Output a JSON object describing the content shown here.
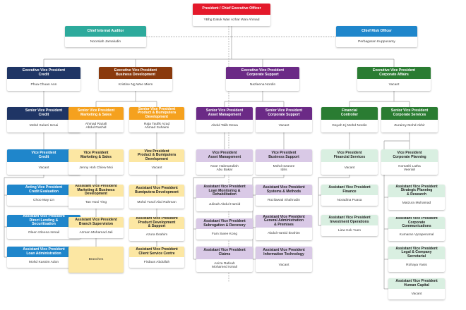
{
  "colors": {
    "top": "#e4192b",
    "teal": "#2daa9c",
    "blue": "#1f86cb",
    "navy": "#1f3565",
    "brown": "#8a3a0d",
    "purple": "#6b2a86",
    "green": "#2a7c32",
    "orange": "#f5a11e",
    "light_orange": "#fce7a3",
    "light_blue": "#dbe9f6",
    "light_purple": "#d9c9e6",
    "light_green": "#d9efe1",
    "line": "#9a9a9a"
  },
  "org": {
    "ceo": {
      "title": "President / Chief Executive Officer",
      "name": "YBhg Datuk Wan Azhar Wan Ahmad"
    },
    "auditor": {
      "title": "Chief Internal Auditor",
      "name": "Noorsiah Jamaludin"
    },
    "risk": {
      "title": "Chief Risk Officer",
      "name": "Perbagaran Kuppusamy"
    },
    "evp_credit": {
      "title": "Executive Vice President\nCredit",
      "name": "Phua Chuan Ann"
    },
    "evp_bd": {
      "title": "Executive Vice President\nBusiness Development",
      "name": "Kristine Ng Wee Miem"
    },
    "evp_cs": {
      "title": "Executive Vice President\nCorporate Support",
      "name": "Nazleena Nordin"
    },
    "evp_ca": {
      "title": "Executive Vice President\nCorporate Affairs",
      "name": "Vacant"
    },
    "svp_credit": {
      "title": "Senior Vice President\nCredit",
      "name": "Mohd Sukeri Ismai"
    },
    "svp_ms": {
      "title": "Senior Vice President\nMarketing & Sales",
      "name": "Ahmad Razali\nAbdul Rashid"
    },
    "svp_pbd": {
      "title": "Senior Vice President\nProduct & Bumiputera\nDevelopment",
      "name": "Raja Taufik Azad\nAhmad Suhaimi"
    },
    "svp_am": {
      "title": "Senior Vice President\nAsset Management",
      "name": "Abdul Talib Dewa"
    },
    "svp_csup": {
      "title": "Senior Vice President\nCorporate Support",
      "name": "Vacant"
    },
    "fin_ctrl": {
      "title": "Financial\nController",
      "name": "Gayah Hj Mohd Nordin"
    },
    "svp_corp": {
      "title": "Senior Vice President\nCorporate Services",
      "name": "Zuraimy Mohd Akhir"
    },
    "vp_credit": {
      "title": "Vice President\nCredit",
      "name": "Vacant"
    },
    "vp_ms": {
      "title": "Vice President\nMarketing & Sales",
      "name": "Jenny Hoh Chiew Moi"
    },
    "vp_pbd": {
      "title": "Vice President\nProduct & Bumiputera\nDevelopment",
      "name": "Vacant"
    },
    "vp_am": {
      "title": "Vice President\nAsset Management",
      "name": "Noor Hakmarullah\nAbu Bakar"
    },
    "vp_bs": {
      "title": "Vice President\nBusiness Support",
      "name": "Mohd Izzanee\nIdris"
    },
    "vp_fs": {
      "title": "Vice President\nFinancial Services",
      "name": "Vacant"
    },
    "vp_cp": {
      "title": "Vice President\nCorporate Planning",
      "name": "Komathi Latha\nVeeriah"
    },
    "avp_ce": {
      "title": "Acting Vice President\nCredit Evaluation",
      "name": "Choo May Lin"
    },
    "avp_dls": {
      "title": "Assistant Vice President\nDirect Lending &\nSecuritisation",
      "name": "Oleen Izleena Ismail"
    },
    "avp_la": {
      "title": "Assistant Vice President\nLoan Administration",
      "name": "Mohd Kassim Adon"
    },
    "avp_mbd": {
      "title": "Assistant Vice President\nMarketing & Business\nDevelopment",
      "name": "Tan Hooi Ying"
    },
    "avp_bsup": {
      "title": "Assistant Vice President\nBranch Supervision",
      "name": "Azman Mohamad Jali"
    },
    "branches": {
      "name": "Branches"
    },
    "avp_bumi": {
      "title": "Assistant Vice President\nBumiputera Development",
      "name": "Mohd Yusof Abd Rahman"
    },
    "avp_pds": {
      "title": "Assistant Vice President\nProduct Development\n& Support",
      "name": "Azura Ibrahim"
    },
    "avp_csc": {
      "title": "Assistant Vice President\nClient Service Centre",
      "name": "Firdaus Abdullah"
    },
    "avp_lmr": {
      "title": "Assistant Vice President\nLoan Monitoring &\nRehabilitation",
      "name": "Julinah Abdul Hamid"
    },
    "avp_sr": {
      "title": "Assistant Vice President\nSubrogation & Recovery",
      "name": "Fam Swee Kong"
    },
    "avp_claims": {
      "title": "Assistant Vice President\nClaims",
      "name": "Aniza Rafeah\nMohamed Ismail"
    },
    "avp_sm": {
      "title": "Assistant Vice President\nSystems & Methods",
      "name": "Rozilawati Shahrudin"
    },
    "avp_gap": {
      "title": "Assistant Vice President\nGeneral Administration\n& Premises",
      "name": "Abdul Hamid Ibrahim"
    },
    "avp_it": {
      "title": "Assistant Vice President\nInformation Technology",
      "name": "Vacant"
    },
    "avp_fin": {
      "title": "Assistant Vice President\nFinance",
      "name": "Noradina Puasa"
    },
    "avp_io": {
      "title": "Assistant Vice President\nInvestment Operations",
      "name": "Liew Kok Yuen"
    },
    "avp_spr": {
      "title": "Assistant Vice President\nStrategic Planning\n& Research",
      "name": "Maizura Muhamad"
    },
    "avp_cc": {
      "title": "Assistant Vice President\nCorporate\nCommunications",
      "name": "Kumaran Vyraperumal"
    },
    "avp_lcs": {
      "title": "Assistant Vice President\nLegal & Company\nSecretarial",
      "name": "Rohaya Yasis"
    },
    "avp_hc": {
      "title": "Assistant Vice President\nHuman Capital",
      "name": "Vacant"
    }
  }
}
